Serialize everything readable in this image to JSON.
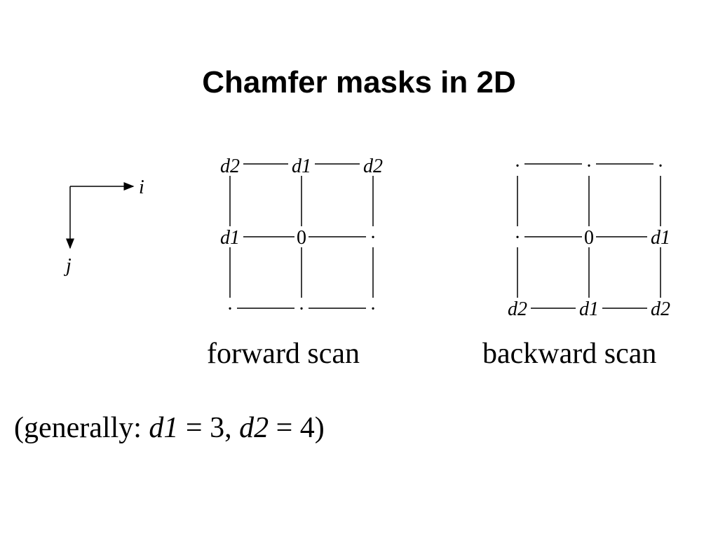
{
  "title": "Chamfer masks in 2D",
  "axes": {
    "horizontal": "i",
    "vertical": "j"
  },
  "forward_mask": {
    "caption": "forward scan",
    "cells": [
      [
        "d2",
        "d1",
        "d2"
      ],
      [
        "d1",
        "0",
        "·"
      ],
      [
        "·",
        "·",
        "·"
      ]
    ]
  },
  "backward_mask": {
    "caption": "backward scan",
    "cells": [
      [
        "·",
        "·",
        "·"
      ],
      [
        "·",
        "0",
        "d1"
      ],
      [
        "d2",
        "d1",
        "d2"
      ]
    ]
  },
  "note": {
    "prefix": "(generally: ",
    "d1_name": "d1",
    "d1_eq": " = 3, ",
    "d2_name": "d2",
    "d2_eq": " = 4)"
  }
}
